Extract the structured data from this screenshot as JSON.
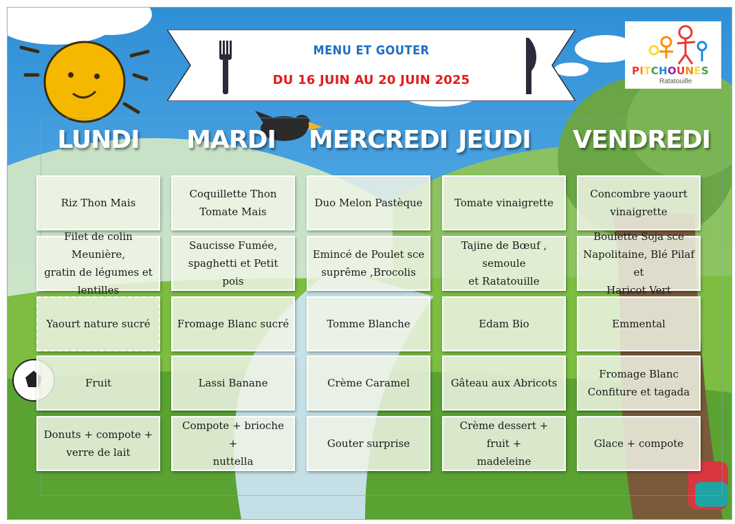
{
  "header": {
    "title": "MENU ET GOUTER",
    "dates": "DU 16 JUIN AU 20 JUIN 2025"
  },
  "logo": {
    "name": "PITCHOUNES",
    "sub": "Ratatouille",
    "colors": [
      "#e53935",
      "#fb8c00",
      "#fdd835",
      "#43a047",
      "#1e88e5",
      "#8e24aa"
    ]
  },
  "days": [
    "LUNDI",
    "MARDI",
    "MERCREDI",
    "JEUDI",
    "VENDREDI"
  ],
  "menu": [
    [
      "Riz Thon Mais",
      "Coquillette Thon\nTomate Mais",
      "Duo Melon Pastèque",
      "Tomate vinaigrette",
      "Concombre yaourt\nvinaigrette"
    ],
    [
      "Filet de colin Meunière,\ngratin de légumes et\nlentilles",
      "Saucisse Fumée,\nspaghetti et Petit pois",
      "Emincé de Poulet sce\nsuprême ,Brocolis",
      "Tajine de Bœuf , semoule\net Ratatouille",
      "Boulette Soja sce\nNapolitaine, Blé Pilaf et\nHaricot Vert"
    ],
    [
      "Yaourt nature sucré",
      "Fromage Blanc sucré",
      "Tomme Blanche",
      "Edam Bio",
      "Emmental"
    ],
    [
      "Fruit",
      "Lassi Banane",
      "Crème Caramel",
      "Gâteau aux Abricots",
      "Fromage Blanc\nConfiture et tagada"
    ],
    [
      "Donuts + compote +\nverre de lait",
      "Compote + brioche +\nnuttella",
      "Gouter surprise",
      "Crème dessert + fruit +\nmadeleine",
      "Glace + compote"
    ]
  ]
}
